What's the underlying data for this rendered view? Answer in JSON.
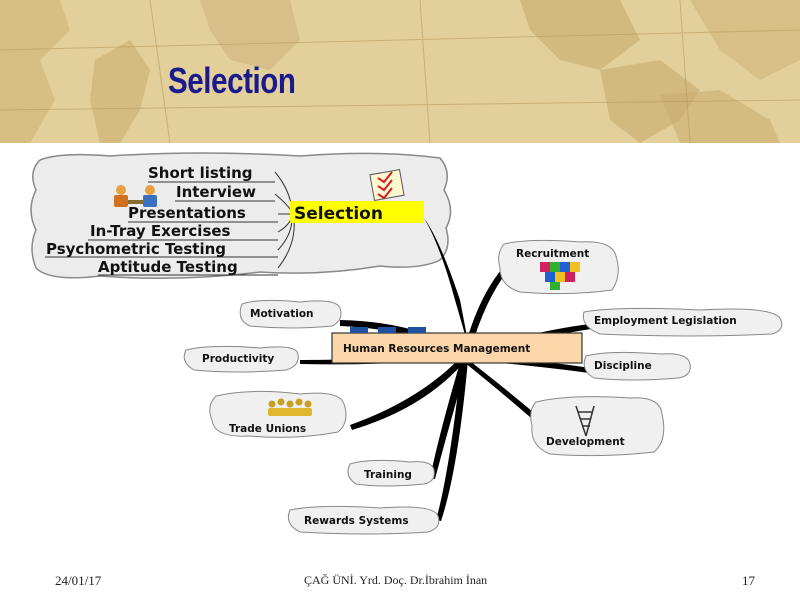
{
  "slide": {
    "title": "Selection"
  },
  "mindmap": {
    "central": "Human Resources Management",
    "selection": {
      "label": "Selection",
      "items": [
        "Short listing",
        "Interview",
        "Presentations",
        "In-Tray Exercises",
        "Psychometric Testing",
        "Aptitude Testing"
      ]
    },
    "left_branches": [
      "Motivation",
      "Productivity",
      "Trade Unions",
      "Training",
      "Rewards Systems"
    ],
    "right_branches": [
      "Recruitment",
      "Employment Legislation",
      "Discipline",
      "Development"
    ]
  },
  "footer": {
    "date": "24/01/17",
    "center": "ÇAĞ ÜNİ. Yrd. Doç. Dr.İbrahim İnan",
    "page": "17"
  },
  "colors": {
    "title": "#1a1a8c",
    "header_bg": "#e3cf9a",
    "map_land": "#c9ad72",
    "central_fill": "#fbd6a8",
    "selection_highlight": "#ffff00",
    "branch_line": "#000000"
  }
}
